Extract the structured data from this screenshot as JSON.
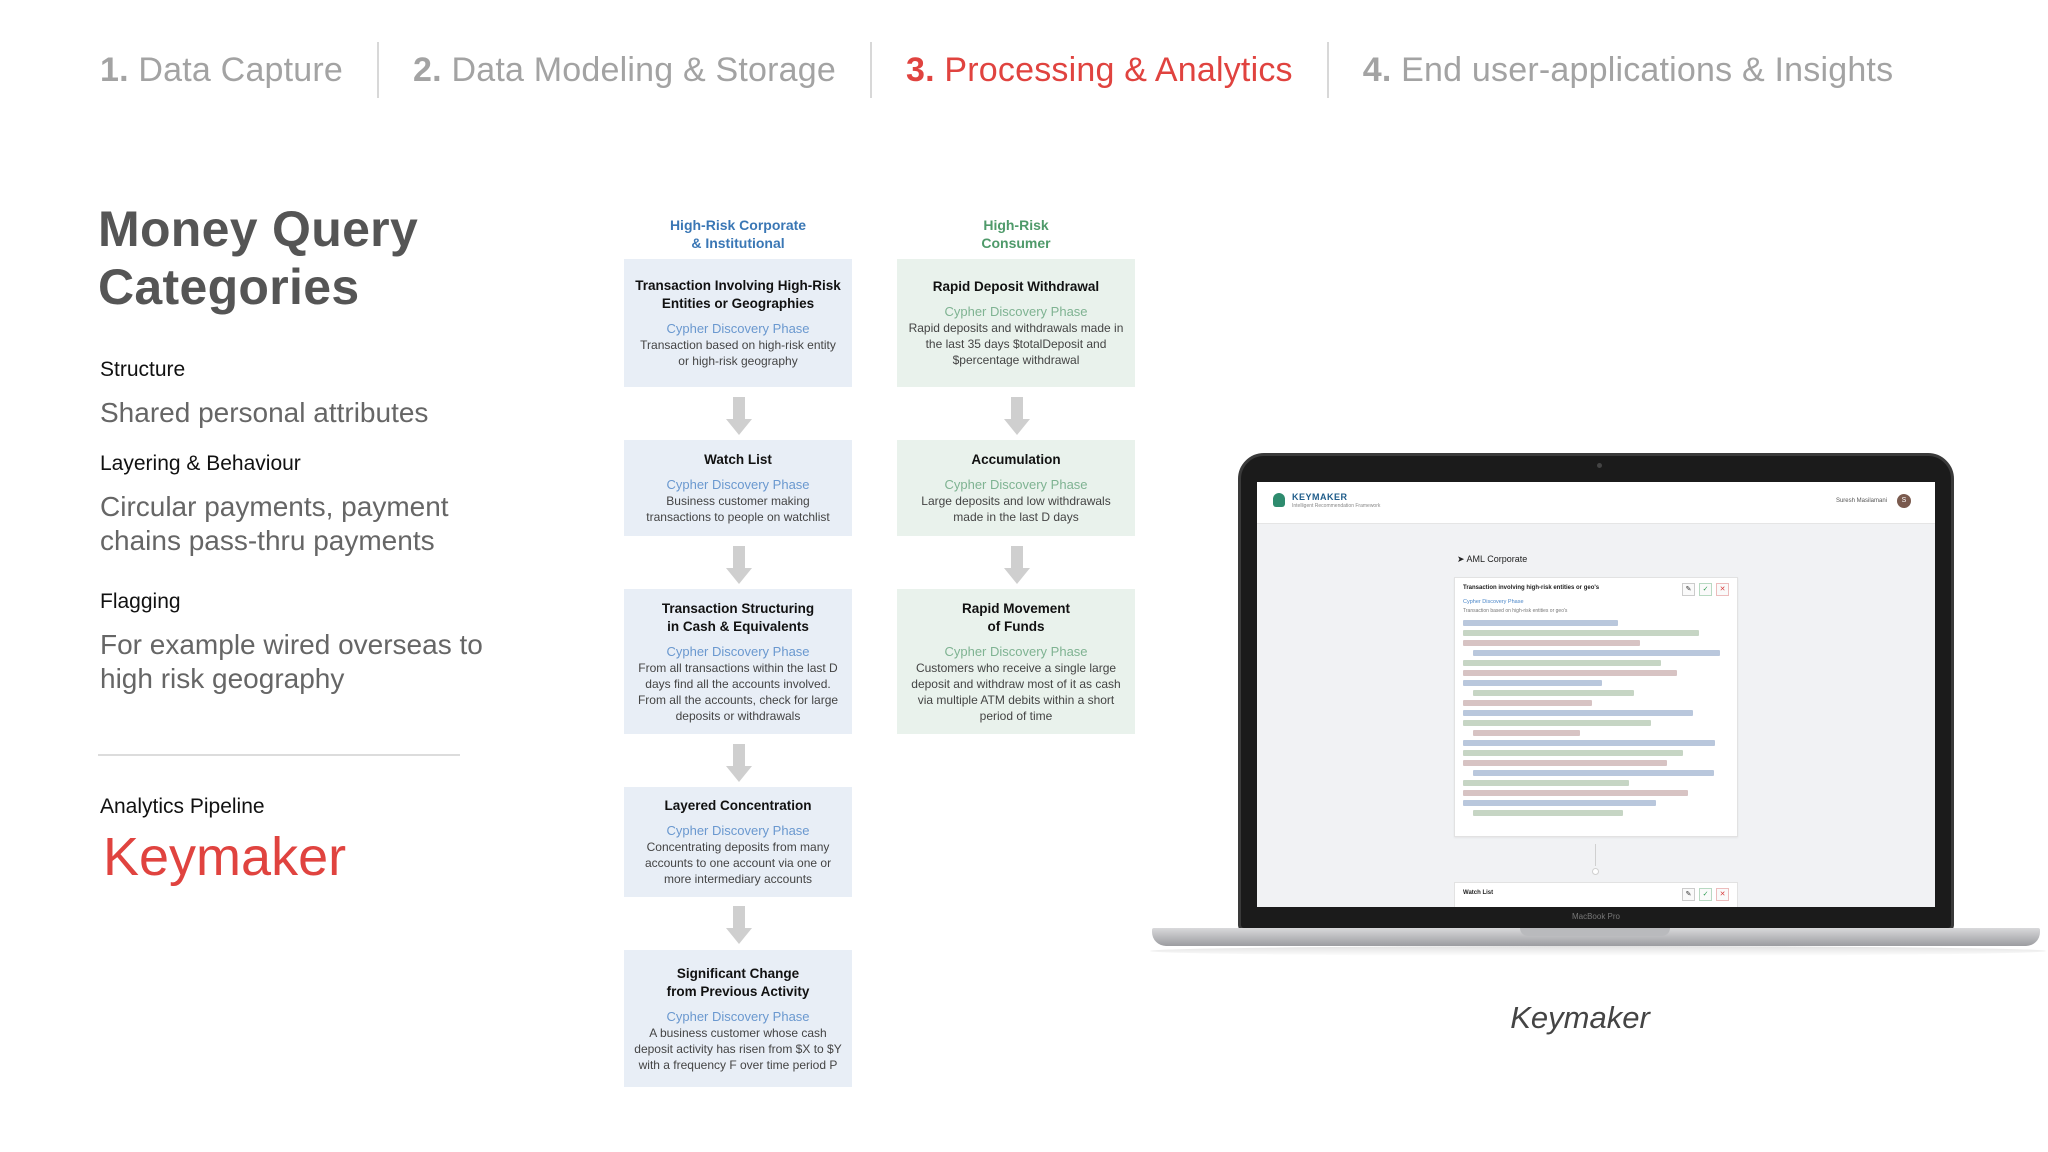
{
  "steps": [
    {
      "num": "1.",
      "label": "Data Capture",
      "active": false
    },
    {
      "num": "2.",
      "label": "Data Modeling & Storage",
      "active": false
    },
    {
      "num": "3.",
      "label": "Processing & Analytics",
      "active": true
    },
    {
      "num": "4.",
      "label": "End user-applications & Insights",
      "active": false
    }
  ],
  "title": {
    "line1": "Money Query",
    "line2": "Categories"
  },
  "categories": [
    {
      "heading": "Structure",
      "desc": "Shared personal attributes"
    },
    {
      "heading": "Layering & Behaviour",
      "desc": "Circular payments, payment chains pass-thru payments"
    },
    {
      "heading": "Flagging",
      "desc": "For example wired overseas to high risk geography"
    }
  ],
  "pipeline": {
    "label": "Analytics Pipeline",
    "name": "Keymaker"
  },
  "columns": {
    "corporate": {
      "line1": "High-Risk Corporate",
      "line2": "& Institutional"
    },
    "consumer": {
      "line1": "High-Risk",
      "line2": "Consumer"
    }
  },
  "phase_label": "Cypher Discovery Phase",
  "corporate_boxes": [
    {
      "title1": "Transaction Involving High-Risk",
      "title2": "Entities or Geographies",
      "desc": "Transaction based on high-risk entity or high-risk geography"
    },
    {
      "title1": "Watch List",
      "title2": "",
      "desc": "Business customer making transactions to people on watchlist"
    },
    {
      "title1": "Transaction Structuring",
      "title2": "in Cash & Equivalents",
      "desc": "From all transactions within the last D days find all the accounts involved. From all the accounts, check for large deposits or withdrawals"
    },
    {
      "title1": "Layered Concentration",
      "title2": "",
      "desc": "Concentrating deposits from many accounts to one account via one or more intermediary accounts"
    },
    {
      "title1": "Significant Change",
      "title2": "from Previous Activity",
      "desc": "A business customer whose cash deposit activity has risen from $X to $Y with a frequency F over time period P"
    }
  ],
  "consumer_boxes": [
    {
      "title1": "Rapid Deposit Withdrawal",
      "title2": "",
      "desc": "Rapid deposits and withdrawals made in the last 35 days $totalDeposit and $percentage withdrawal"
    },
    {
      "title1": "Accumulation",
      "title2": "",
      "desc": "Large deposits and low withdrawals made in the last D days"
    },
    {
      "title1": "Rapid Movement",
      "title2": "of Funds",
      "desc": "Customers who receive a single large deposit and withdraw most of it as cash via multiple ATM debits within a short period of time"
    }
  ],
  "app": {
    "brand": "KEYMAKER",
    "subtitle": "Intelligent Recommendation Framework",
    "user": "Suresh Masilamani",
    "avatar": "S",
    "section": "AML Corporate",
    "card_title": "Transaction involving high-risk entities or geo's",
    "card_phase": "Cypher Discovery Phase",
    "card_desc": "Transaction based on high-risk entities or geo's",
    "card2_title": "Watch List",
    "laptop_model": "MacBook Pro"
  },
  "caption": "Keymaker",
  "colors": {
    "accent": "#e0433f",
    "corporate": "#3a77b5",
    "consumer": "#4f9a6a"
  }
}
